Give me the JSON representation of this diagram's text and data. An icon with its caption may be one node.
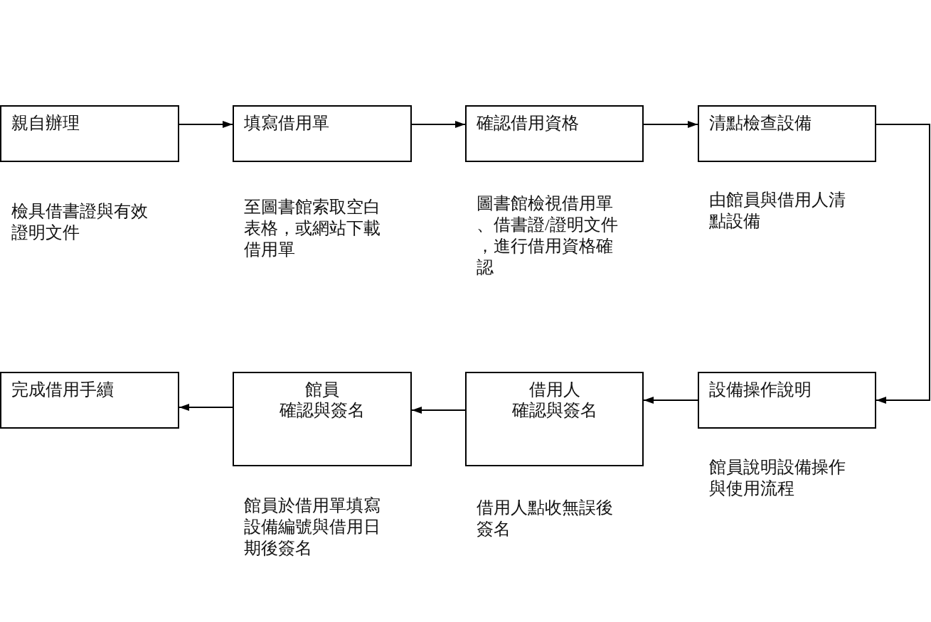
{
  "diagram": {
    "nodes": [
      {
        "text": [
          "親自辦理"
        ],
        "beside": [
          "檢具借書證與有效證明文件"
        ]
      },
      {
        "text": [
          "填寫借用單"
        ],
        "beside": [
          "至圖書館索取空白表格，或網站下載借用單"
        ]
      },
      {
        "text": [
          "確認借用資格"
        ],
        "beside": [
          "圖書館檢視借用單、借書證/證明文件，進行借用資格確認"
        ]
      },
      {
        "text": [
          "清點檢查設備"
        ],
        "beside": [
          "由館員與借用人清點設備"
        ]
      },
      {
        "text": [
          "完成借用手續"
        ]
      },
      {
        "text": [
          "館員",
          "確認與簽名"
        ],
        "beside": [
          "館員於借用單填寫設備編號與借用日期後簽名"
        ]
      },
      {
        "text": [
          "借用人",
          "確認與簽名"
        ],
        "beside": [
          "借用人點收無誤後簽名"
        ]
      },
      {
        "text": [
          "設備操作說明"
        ],
        "beside": [
          "館員說明設備操作與使用流程"
        ]
      }
    ],
    "edges": [
      {
        "from": 0,
        "to": 1,
        "arrow": "to"
      },
      {
        "from": 1,
        "to": 2,
        "arrow": "to"
      },
      {
        "from": 2,
        "to": 3,
        "arrow": "to"
      },
      {
        "from": 3,
        "to": 7,
        "arrow": "to"
      },
      {
        "from": 7,
        "to": 6,
        "arrow": "to"
      },
      {
        "from": 6,
        "to": 5,
        "arrow": "to"
      },
      {
        "from": 5,
        "to": 4,
        "arrow": "to"
      }
    ]
  }
}
